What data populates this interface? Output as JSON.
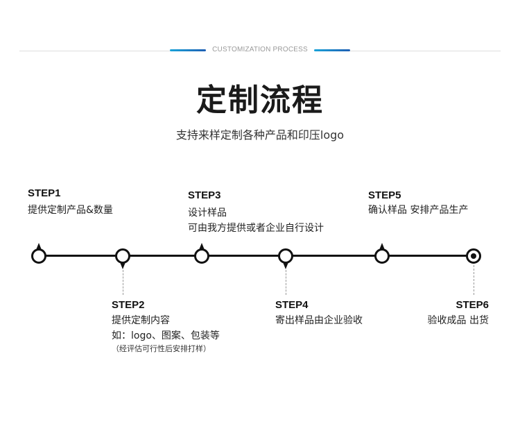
{
  "header": {
    "label": "CUSTOMIZATION PROCESS",
    "title": "定制流程",
    "subtitle": "支持来样定制各种产品和印压logo",
    "accent_color": "#1e7fc4"
  },
  "steps": [
    {
      "label": "STEP1",
      "lines": [
        "提供定制产品&数量"
      ]
    },
    {
      "label": "STEP2",
      "lines": [
        "提供定制内容",
        "如：logo、图案、包装等"
      ],
      "note": "（经评估可行性后安排打样）"
    },
    {
      "label": "STEP3",
      "lines": [
        "设计样品",
        "可由我方提供或者企业自行设计"
      ]
    },
    {
      "label": "STEP4",
      "lines": [
        "寄出样品由企业验收"
      ]
    },
    {
      "label": "STEP5",
      "lines": [
        "确认样品  安排产品生产"
      ]
    },
    {
      "label": "STEP6",
      "lines": [
        "验收成品 出货"
      ]
    }
  ]
}
